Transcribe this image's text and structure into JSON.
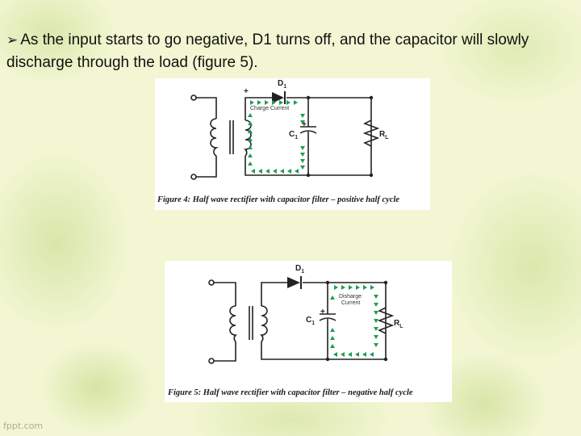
{
  "slide": {
    "bullet_icon": "arrow-bullet-icon",
    "text": "As the input starts to go negative, D1 turns off, and the capacitor will slowly discharge through the load (figure 5)."
  },
  "figure4": {
    "caption": "Figure 4:  Half wave rectifier with capacitor filter – positive half cycle",
    "diode_label": "D",
    "diode_sub": "1",
    "cap_label": "C",
    "cap_sub": "1",
    "load_label": "R",
    "load_sub": "L",
    "current_label": "Charge Current",
    "plus_sign": "+"
  },
  "figure5": {
    "caption": "Figure 5:  Half wave rectifier with capacitor filter – negative half cycle",
    "diode_label": "D",
    "diode_sub": "1",
    "cap_label": "C",
    "cap_sub": "1",
    "load_label": "R",
    "load_sub": "L",
    "current_label_line1": "Disharge",
    "current_label_line2": "Current",
    "plus_sign": "+"
  },
  "watermark": "fppt.com",
  "colors": {
    "wire": "#222222",
    "current_arrows": "#1e9c52",
    "diode": "#222222"
  }
}
